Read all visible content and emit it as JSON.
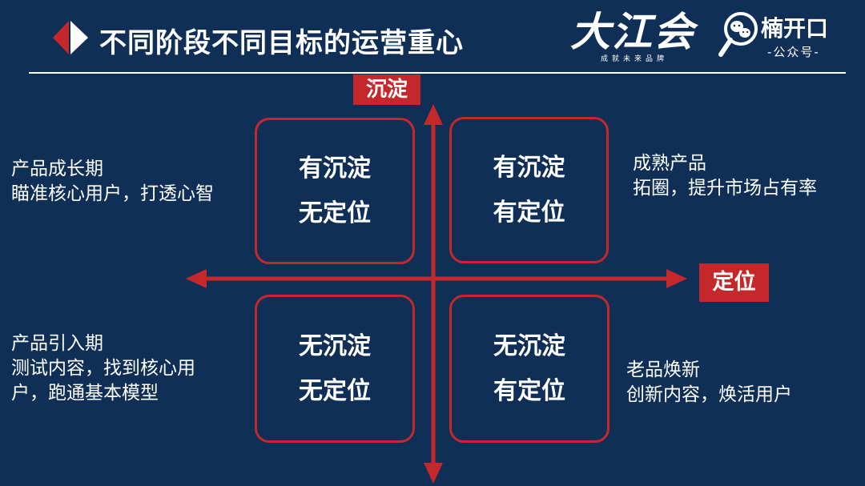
{
  "header": {
    "title": "不同阶段不同目标的运营重心",
    "brand_name": "大江会",
    "brand_slogan": "成就未来品牌",
    "account_name": "楠开口",
    "account_type": "-公众号-"
  },
  "axes": {
    "vertical_label": "沉淀",
    "horizontal_label": "定位"
  },
  "quadrants": {
    "top_left": {
      "line1": "有沉淀",
      "line2": "无定位"
    },
    "top_right": {
      "line1": "有沉淀",
      "line2": "有定位"
    },
    "bottom_left": {
      "line1": "无沉淀",
      "line2": "无定位"
    },
    "bottom_right": {
      "line1": "无沉淀",
      "line2": "有定位"
    }
  },
  "stages": {
    "top_left": {
      "title": "产品成长期",
      "desc": "瞄准核心用户，打透心智"
    },
    "top_right": {
      "title": "成熟产品",
      "desc": "拓圈，提升市场占有率"
    },
    "bottom_left": {
      "title": "产品引入期",
      "desc_line1": "测试内容，找到核心用",
      "desc_line2": "户，跑通基本模型"
    },
    "bottom_right": {
      "title": "老品焕新",
      "desc": "创新内容，焕活用户"
    }
  },
  "colors": {
    "background": "#0f2f57",
    "accent": "#c4282b",
    "text": "#ffffff"
  },
  "icons": {
    "title_mark": "red-white-chevron-icon",
    "account_logo": "magnifier-chat-icon"
  }
}
